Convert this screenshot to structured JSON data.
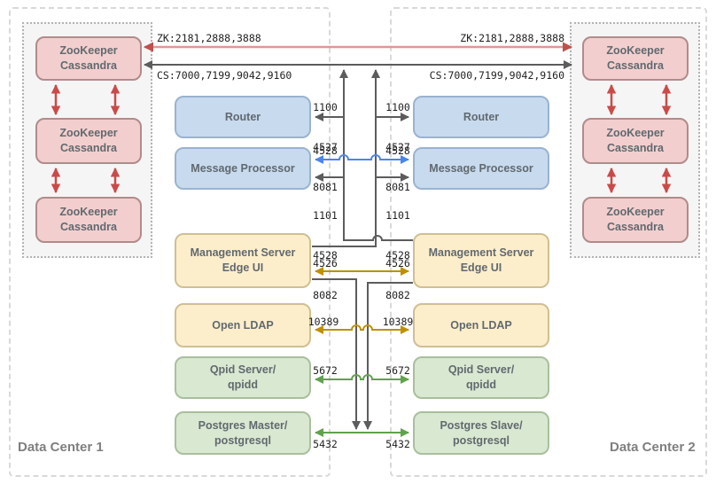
{
  "data_centers": [
    {
      "label": "Data Center 1"
    },
    {
      "label": "Data Center 2"
    }
  ],
  "cluster_node": {
    "line1": "ZooKeeper",
    "line2": "Cassandra"
  },
  "components": {
    "router": "Router",
    "message_processor": "Message Processor",
    "management_server_line1": "Management Server",
    "management_server_line2": "Edge UI",
    "open_ldap": "Open LDAP",
    "qpid_line1": "Qpid Server/",
    "qpid_line2": "qpidd",
    "postgres_master_line1": "Postgres Master/",
    "postgres_slave_line1": "Postgres Slave/",
    "postgres_line2": "postgresql"
  },
  "ports": {
    "zookeeper": "ZK:2181,2888,3888",
    "cassandra": "CS:7000,7199,9042,9160",
    "router": [
      "1100",
      "4527",
      "8081"
    ],
    "message_processor_peer": "4528",
    "message_processor": [
      "1101",
      "4528",
      "8082"
    ],
    "management_server": "4526",
    "open_ldap": "10389",
    "qpid": "5672",
    "postgres": "5432"
  },
  "colors": {
    "zk_line": "#df9795",
    "zk_head": "#c0504d",
    "red_arrow": "#cb4a48",
    "gray_arrow": "#5c5c5c",
    "gold_arrow": "#bf9000",
    "green_arrow": "#61a24e",
    "blue_arrow": "#4a86e8",
    "pink_fill": "#f2cfce",
    "pink_border": "#b18b8b",
    "blue_fill": "#c8daee",
    "blue_border": "#9ab3d0",
    "yellow_fill": "#fdeecb",
    "yellow_border": "#cfbf93",
    "green_fill": "#d9e8d1",
    "green_border": "#a9bf9d",
    "node_text": "#61696f",
    "dc_label": "#7f7f7f",
    "port_text": "#1f1f1f",
    "frame_dash": "#d9d9d9",
    "cluster_dot": "#b3b3b3",
    "cluster_fill": "#f5f5f5"
  }
}
